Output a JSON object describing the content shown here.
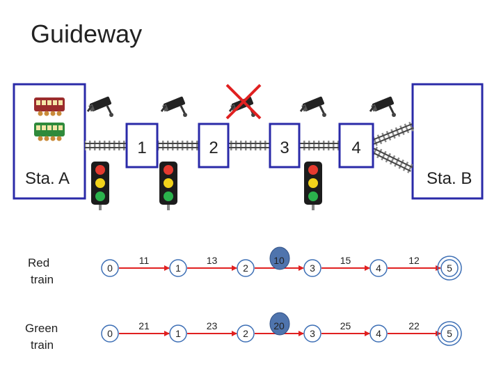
{
  "title": "Guideway",
  "stations": {
    "a_label": "Sta. A",
    "b_label": "Sta. B"
  },
  "blocks": [
    "1",
    "2",
    "3",
    "4"
  ],
  "trains": [
    {
      "label_line1": "Red",
      "label_line2": "train",
      "states": [
        "0",
        "1",
        "2",
        "3",
        "4",
        "5"
      ],
      "transitions": [
        "11",
        "13",
        "10",
        "15",
        "12"
      ]
    },
    {
      "label_line1": "Green",
      "label_line2": "train",
      "states": [
        "0",
        "1",
        "2",
        "3",
        "4",
        "5"
      ],
      "transitions": [
        "21",
        "23",
        "20",
        "25",
        "22"
      ]
    }
  ],
  "colors": {
    "box_border": "#2a2aa8",
    "arrow_red": "#e02020",
    "node_blue": "#3d6fb5",
    "marker_fill": "#4f74ad",
    "cross": "#e02020"
  },
  "icons": [
    "red-train-car-icon",
    "green-train-car-icon",
    "security-camera-icon",
    "traffic-light-icon",
    "rail-track-icon",
    "red-cross-icon"
  ]
}
